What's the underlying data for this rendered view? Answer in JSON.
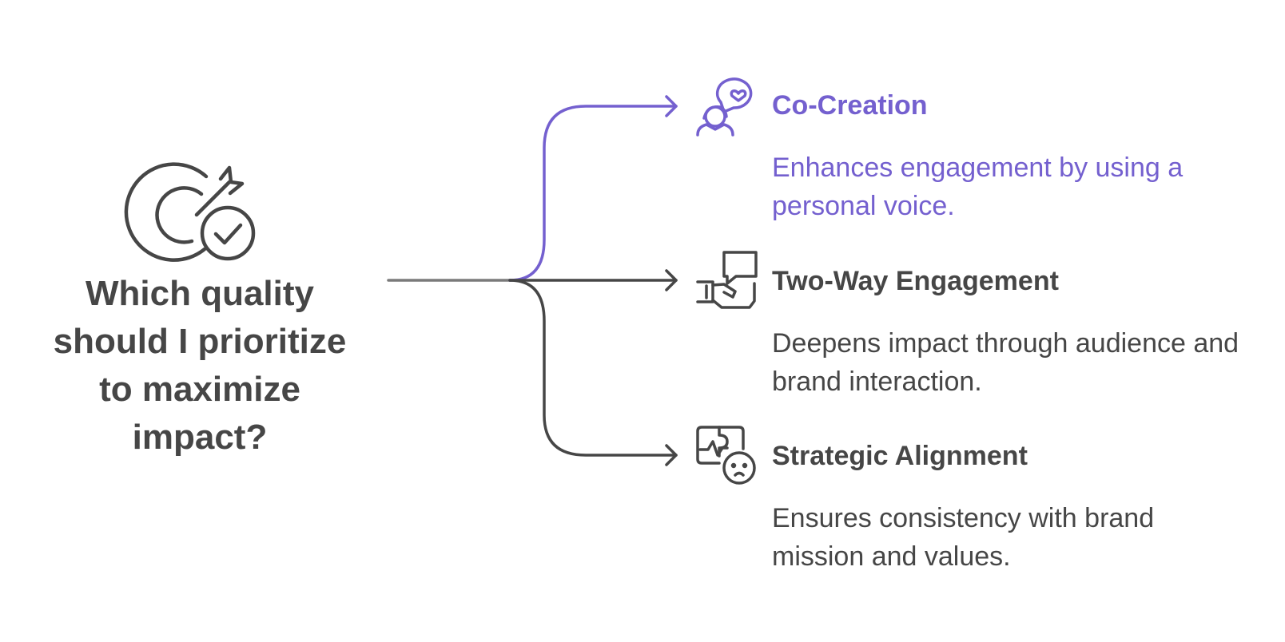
{
  "question": {
    "lines": [
      "Which quality",
      "should I prioritize",
      "to maximize",
      "impact?"
    ]
  },
  "options": [
    {
      "title": "Co-Creation",
      "description": "Enhances engagement by using a personal voice.",
      "icon": "co-creation-icon",
      "color": "#7460cf"
    },
    {
      "title": "Two-Way Engagement",
      "description": "Deepens impact through audience and brand interaction.",
      "icon": "handshake-chat-icon",
      "color": "#464646"
    },
    {
      "title": "Strategic Alignment",
      "description": "Ensures consistency with brand mission and values.",
      "icon": "strategy-puzzle-icon",
      "color": "#464646"
    }
  ],
  "colors": {
    "accent": "#7460cf",
    "text": "#464646",
    "stem": "#7a7a7a"
  },
  "question_icon": "target-check-icon"
}
